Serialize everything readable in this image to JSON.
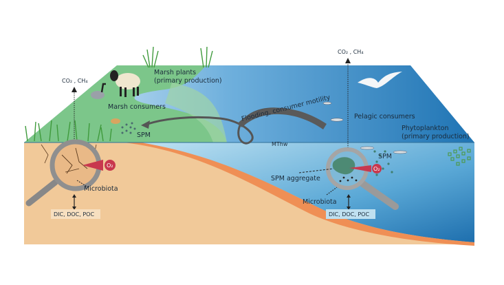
{
  "labels": {
    "co2_ch4_marsh": "CO₂ , CH₄",
    "co2_ch4_water": "CO₂ , CH₄",
    "marsh_plants": "Marsh plants",
    "marsh_plants_sub": "(primary production)",
    "marsh_consumers": "Marsh consumers",
    "spm_marsh": "SPM",
    "flooding": "Flooding, consumer motility",
    "mthw": "MThw",
    "pelagic_consumers": "Pelagic consumers",
    "phytoplankton": "Phytoplankton",
    "phytoplankton_sub": "(primary production)",
    "spm_water": "SPM",
    "spm_aggregate": "SPM aggregate",
    "microbiota_sediment": "Microbiota",
    "microbiota_water": "Microbiota",
    "o2_sediment": "O₂",
    "o2_water": "O₂",
    "dic_sediment": "DIC, DOC, POC",
    "dic_water": "DIC, DOC, POC"
  },
  "colors": {
    "marsh": "#7cc68a",
    "sand": "#f1c999",
    "shore": "#ef8f55",
    "water_deep": "#2a7fbf",
    "water_light": "#cfe6f4",
    "oxygen": "#c8384e"
  }
}
